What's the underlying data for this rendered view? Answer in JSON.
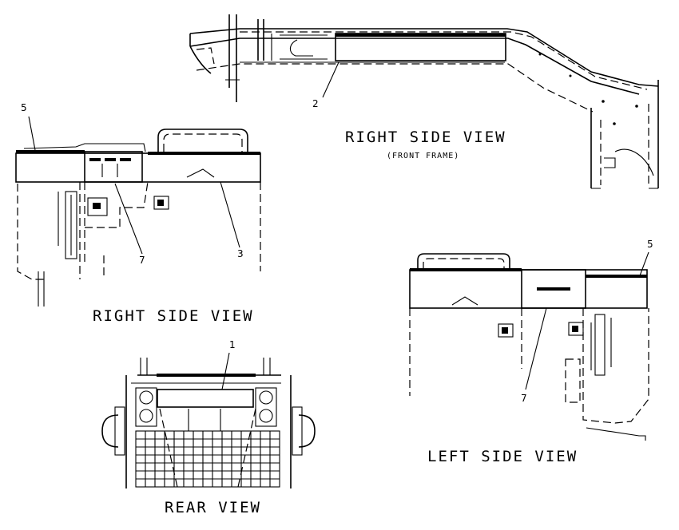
{
  "views": {
    "front_frame": {
      "title": "RIGHT SIDE VIEW",
      "subtitle": "(FRONT FRAME)"
    },
    "right_side": {
      "title": "RIGHT SIDE VIEW"
    },
    "left_side": {
      "title": "LEFT SIDE VIEW"
    },
    "rear": {
      "title": "REAR VIEW"
    }
  },
  "callouts": {
    "front_frame_decal": "2",
    "right_fender": "5",
    "right_grille": "7",
    "right_panel": "3",
    "left_fender": "5",
    "left_grille": "7",
    "rear_panel": "1"
  }
}
